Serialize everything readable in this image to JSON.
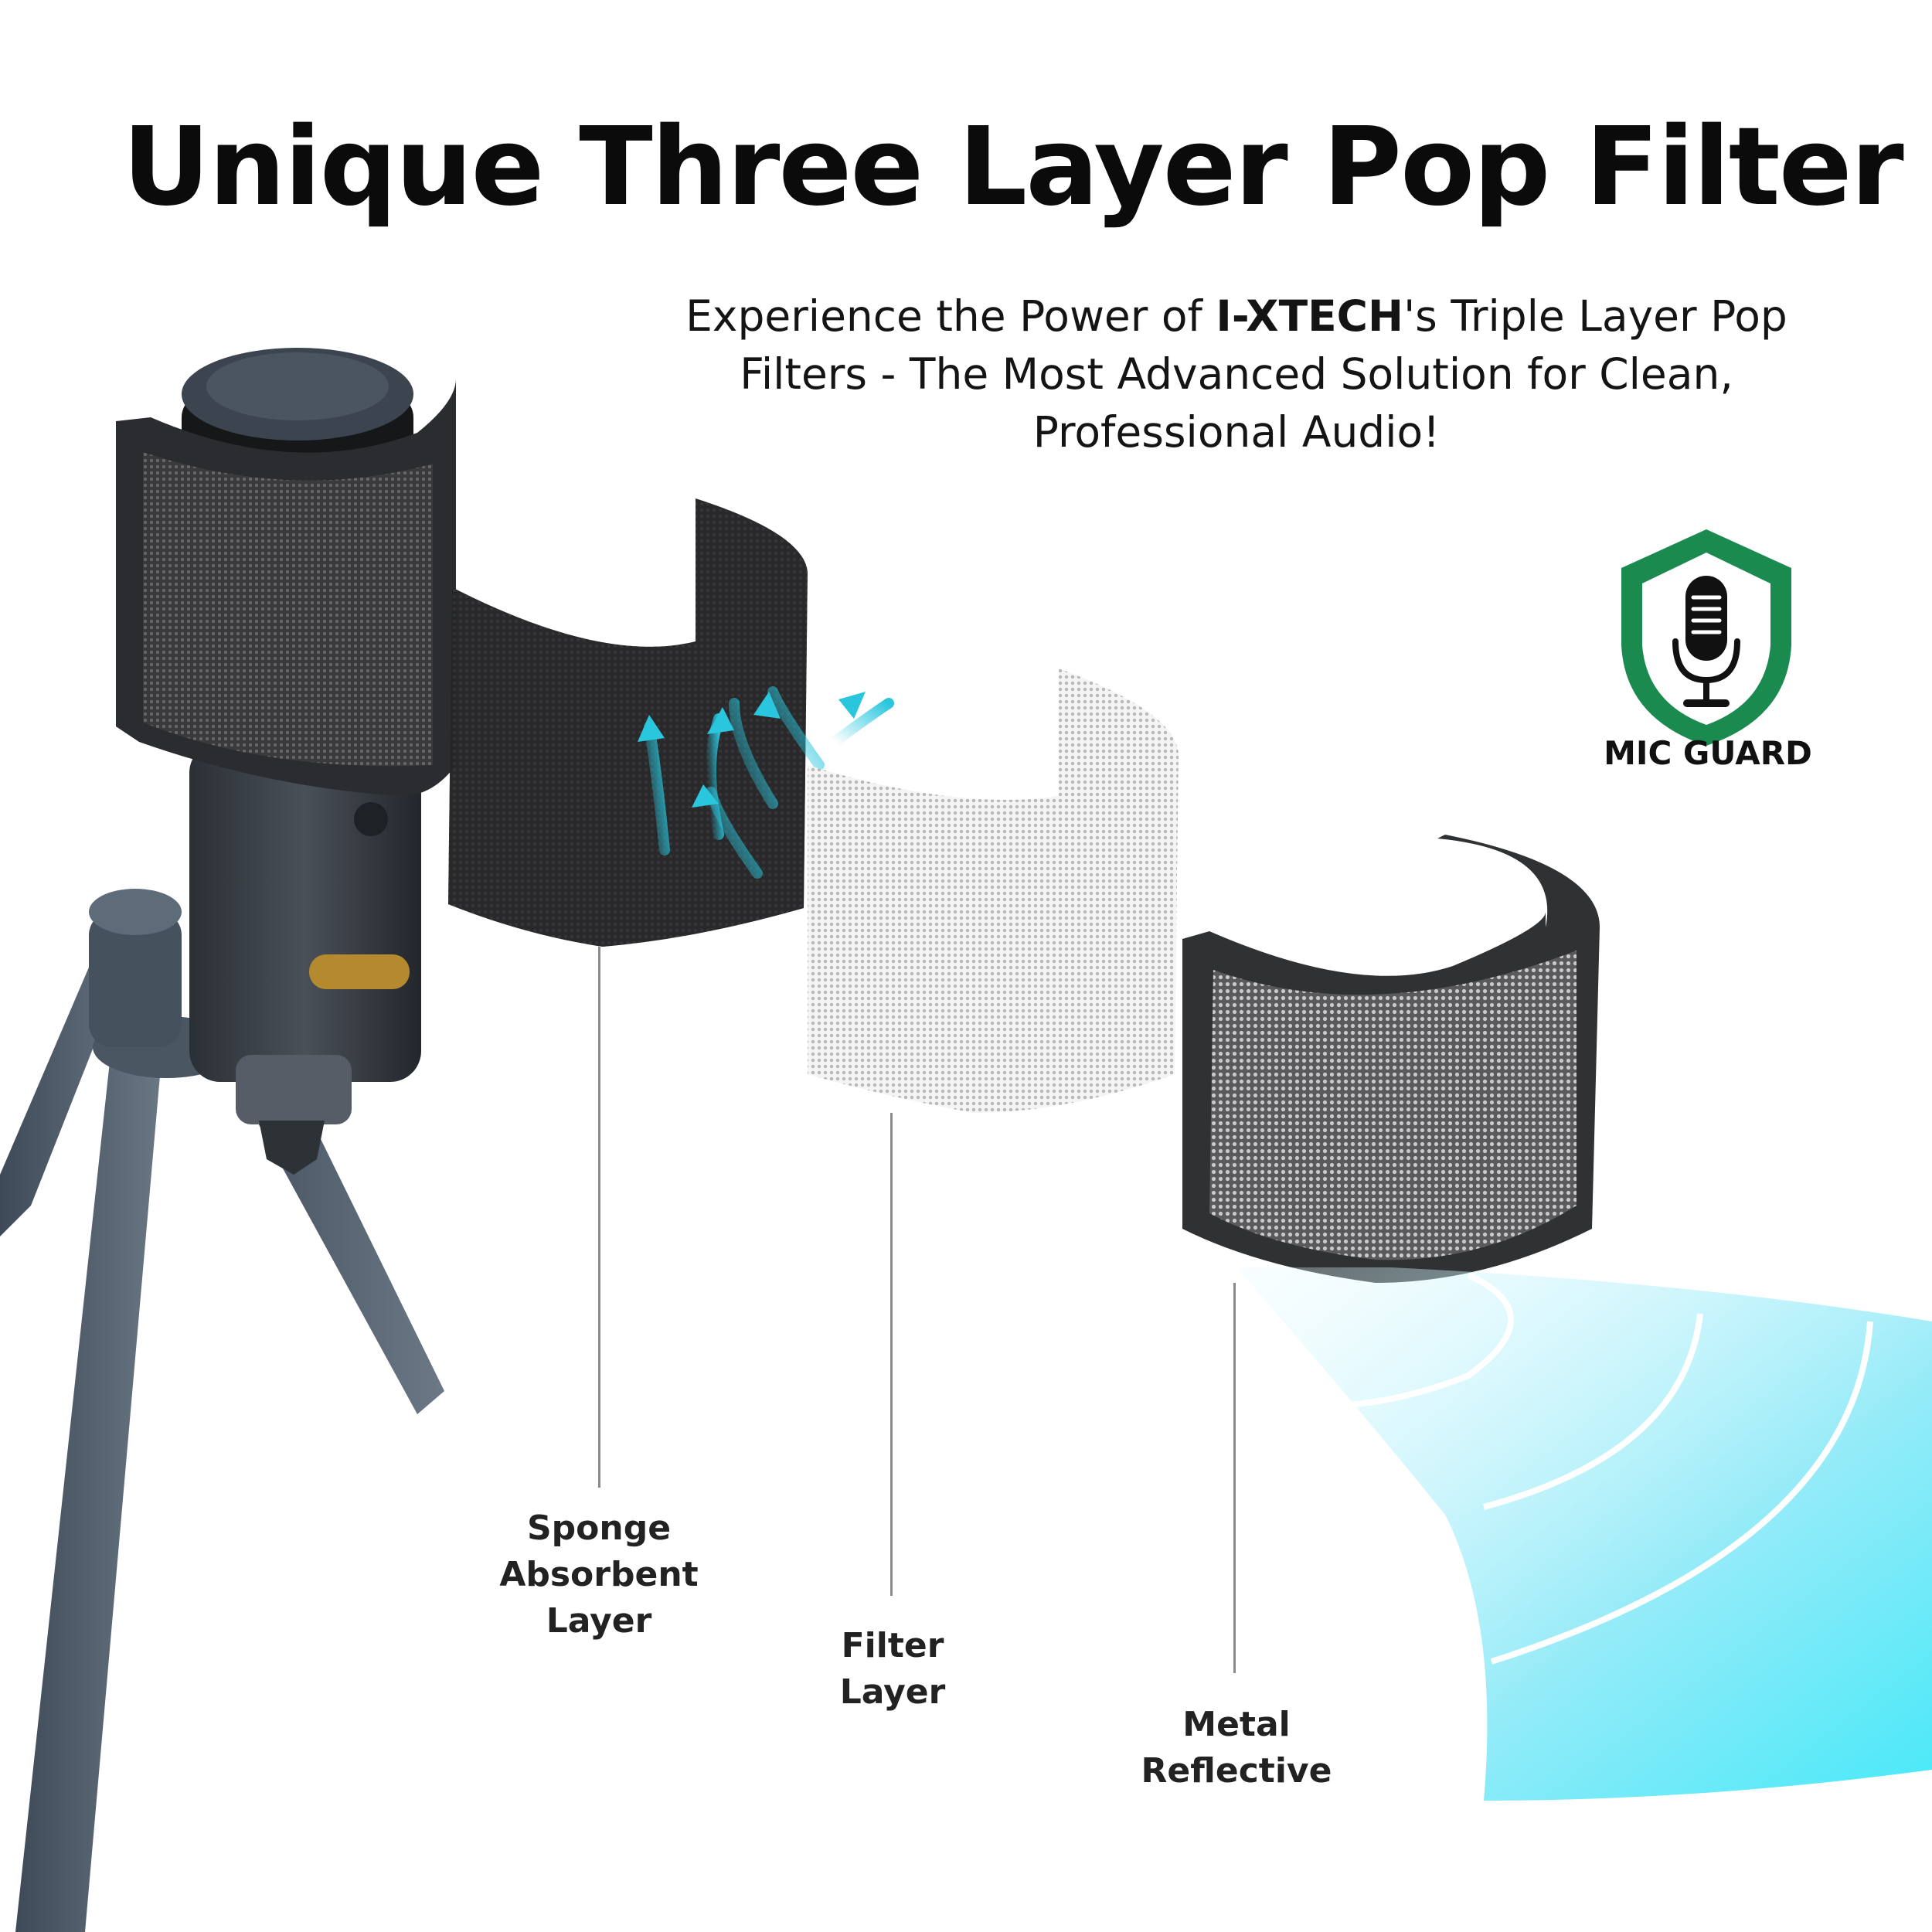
{
  "header": {
    "title": "Unique Three Layer Pop Filter",
    "subtitle_prefix": "Experience the Power of ",
    "subtitle_brand": "I-XTECH",
    "subtitle_suffix": "'s Triple Layer Pop Filters - The Most Advanced Solution for Clean, Professional Audio!"
  },
  "badge": {
    "icon": "shield-microphone-icon",
    "label": "MIC GUARD",
    "color": "#1a8a4f"
  },
  "layers": [
    {
      "label_line1": "Sponge",
      "label_line2": "Absorbent",
      "label_line3": "Layer"
    },
    {
      "label_line1": "Filter",
      "label_line2": "Layer"
    },
    {
      "label_line1": "Metal",
      "label_line2": "Reflective"
    }
  ],
  "colors": {
    "airflow": "#29c6dd",
    "soundwave": "#3fe3f5",
    "mic_body": "#3a3f46",
    "sponge": "#1e1e20",
    "mesh": "#bfbfbf"
  }
}
